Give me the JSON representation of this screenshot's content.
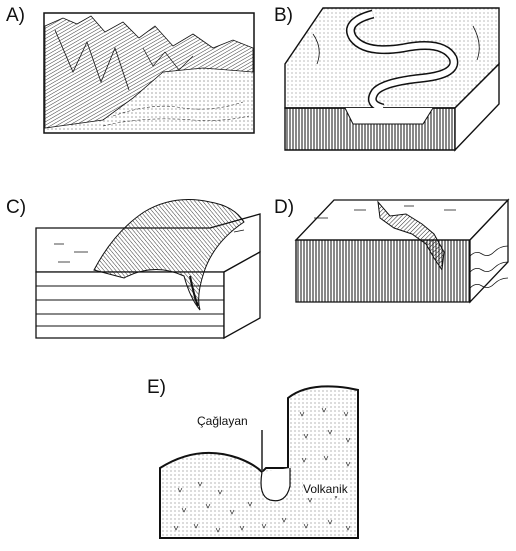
{
  "panels": {
    "a": {
      "label": "A)"
    },
    "b": {
      "label": "B)"
    },
    "c": {
      "label": "C)"
    },
    "d": {
      "label": "D)"
    },
    "e": {
      "label": "E)",
      "waterfall_label": "Çağlayan",
      "rock_label": "Volkanik"
    }
  }
}
